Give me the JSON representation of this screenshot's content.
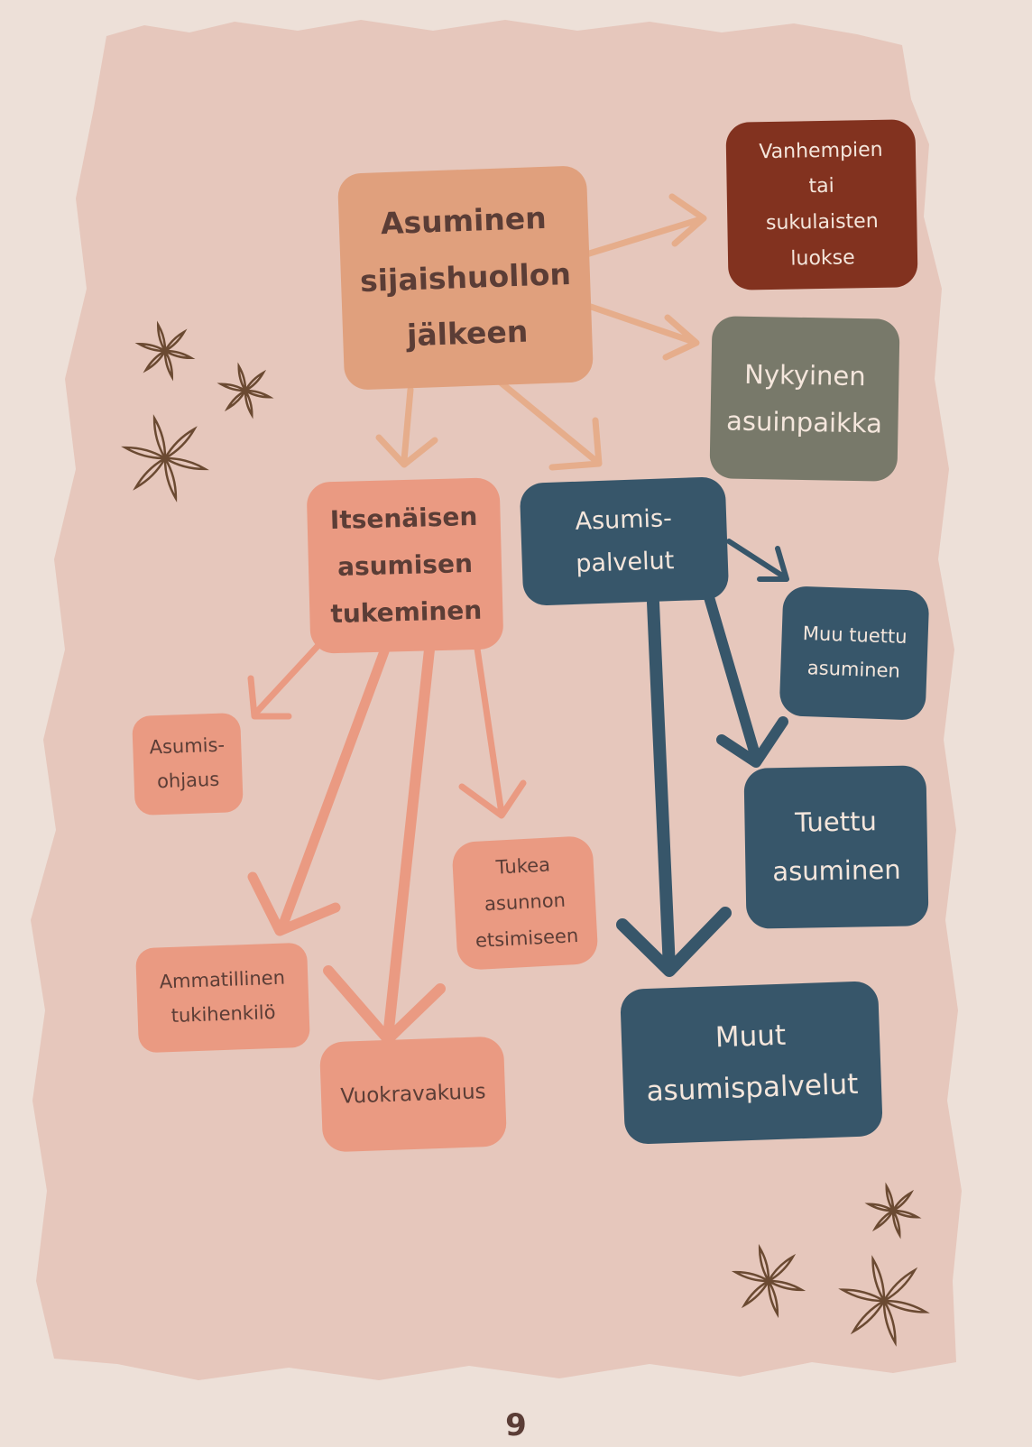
{
  "colors": {
    "background": "#ede0d8",
    "paper": "#e6c7bc",
    "peach": "#e0a07d",
    "salmon": "#ea9a82",
    "navy": "#37566a",
    "maroon": "#82321f",
    "sage": "#78796a",
    "flower": "#6b4a32"
  },
  "nodes": {
    "root": "Asuminen\nsijaishuollon\njälkeen",
    "parents": "Vanhempien\ntai\nsukulaisten\nluokse",
    "current": "Nykyinen\nasuinpaikka",
    "independent": "Itsenäisen\nasumisen\ntukeminen",
    "services": "Asumis-\npalvelut",
    "other_supported": "Muu tuettu\nasuminen",
    "supported": "Tuettu\nasuminen",
    "other_services": "Muut\nasumispalvelut",
    "guidance": "Asumis-\nohjaus",
    "search_support": "Tukea\nasunnon\netsimiseen",
    "support_person": "Ammatillinen\ntukihenkilö",
    "rent_deposit": "Vuokravakuus"
  },
  "page_number": "9"
}
